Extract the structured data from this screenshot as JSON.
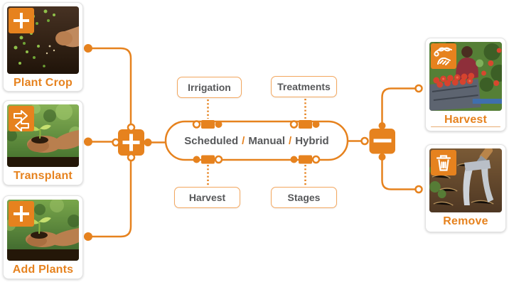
{
  "palette": {
    "accent_orange": "#E6821E",
    "accent_orange_light": "#F3A75F",
    "strip_orange": "#E8AC72",
    "text_dark_gray": "#57585A"
  },
  "left_cards": [
    {
      "label": "Plant Crop",
      "icon": "plus-icon"
    },
    {
      "label": "Transplant",
      "icon": "swap-arrows-icon"
    },
    {
      "label": "Add Plants",
      "icon": "plus-icon"
    }
  ],
  "right_cards": [
    {
      "label": "Harvest",
      "icon": "hand-picking-icon"
    },
    {
      "label": "Remove",
      "icon": "trash-icon"
    }
  ],
  "hub": {
    "option1": "Scheduled",
    "option2": "Manual",
    "option3": "Hybrid",
    "separator": "/"
  },
  "process_boxes": [
    {
      "label": "Irrigation"
    },
    {
      "label": "Treatments"
    },
    {
      "label": "Harvest"
    },
    {
      "label": "Stages"
    }
  ],
  "nodes": {
    "add_node_icon": "plus-icon",
    "remove_node_icon": "minus-icon"
  }
}
